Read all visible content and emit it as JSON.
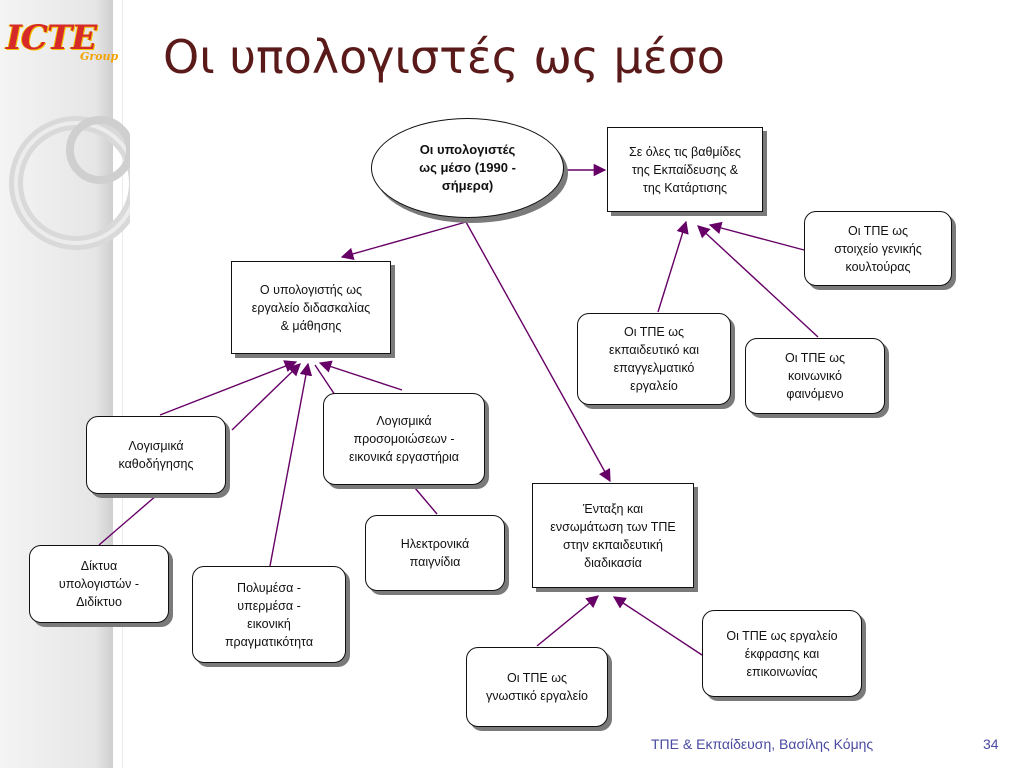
{
  "logo": {
    "text": "ICTE",
    "sub": "Group"
  },
  "title": "Οι υπολογιστές ως μέσο",
  "colors": {
    "title": "#5a1a1a",
    "connector": "#660066",
    "footer": "#4a4aa0"
  },
  "nodes": {
    "root": "Οι υπολογιστές\nως μέσο (1990 -\nσήμερα)",
    "levels": "Σε όλες τις βαθμίδες\nτης Εκπαίδευσης &\nτης Κατάρτισης",
    "culture": "Οι ΤΠΕ ως\nστοιχείο γενικής\nκουλτούρας",
    "teaching_tool": "Ο υπολογιστής ως\nεργαλείο διδασκαλίας\n& μάθησης",
    "edu_tool": "Οι ΤΠΕ ως\nεκπαιδευτικό και\nεπαγγελματικό\nεργαλείο",
    "social": "Οι ΤΠΕ ως\nκοινωνικό\nφαινόμενο",
    "simulation": "Λογισμικά\nπροσομοιώσεων -\nεικονικά εργαστήρια",
    "tutoring": "Λογισμικά\nκαθοδήγησης",
    "integration": "Ένταξη και\nενσωμάτωση των ΤΠΕ\nστην εκπαιδευτική\nδιαδικασία",
    "games": "Ηλεκτρονικά\nπαιγνίδια",
    "networks": "Δίκτυα\nυπολογιστών -\nΔιδίκτυο",
    "multimedia": "Πολυμέσα -\nυπερμέσα -\nεικονική\nπραγματικότητα",
    "expression": "Οι ΤΠΕ ως εργαλείο\nέκφρασης και\nεπικοινωνίας",
    "cognitive": "Οι ΤΠΕ ως\nγνωστικό εργαλείο"
  },
  "footer": {
    "text": "ΤΠΕ & Εκπαίδευση, Βασίλης Κόμης",
    "page": "34"
  }
}
